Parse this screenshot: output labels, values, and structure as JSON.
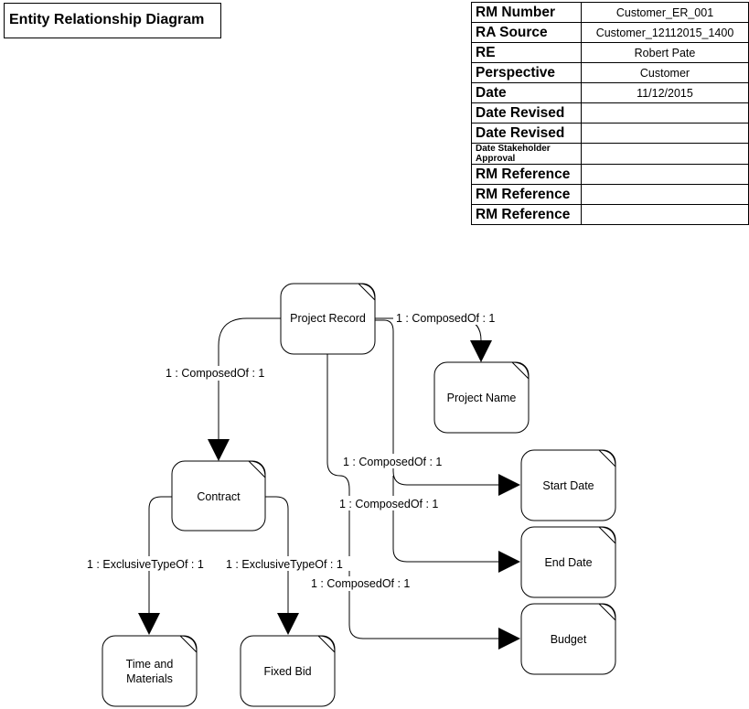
{
  "title": "Entity Relationship Diagram",
  "meta_rows": [
    {
      "key": "RM Number",
      "value": "Customer_ER_001"
    },
    {
      "key": "RA Source",
      "value": "Customer_12112015_1400"
    },
    {
      "key": "RE",
      "value": "Robert Pate"
    },
    {
      "key": "Perspective",
      "value": "Customer"
    },
    {
      "key": "Date",
      "value": "11/12/2015"
    },
    {
      "key": "Date Revised",
      "value": ""
    },
    {
      "key": "Date Revised",
      "value": ""
    },
    {
      "key": "Date Stakeholder Approval",
      "value": ""
    },
    {
      "key": "RM Reference",
      "value": ""
    },
    {
      "key": "RM Reference",
      "value": ""
    },
    {
      "key": "RM Reference",
      "value": ""
    }
  ],
  "nodes": {
    "project_record": "Project Record",
    "project_name": "Project Name",
    "contract": "Contract",
    "start_date": "Start Date",
    "end_date": "End Date",
    "budget": "Budget",
    "time_materials_1": "Time and",
    "time_materials_2": "Materials",
    "fixed_bid": "Fixed Bid"
  },
  "edges": {
    "record_to_name": "1 : ComposedOf : 1",
    "record_to_contract": "1 : ComposedOf : 1",
    "record_to_start": "1 : ComposedOf : 1",
    "record_to_end": "1 : ComposedOf : 1",
    "record_to_budget": "1 : ComposedOf : 1",
    "contract_to_tm": "1 : ExclusiveTypeOf : 1",
    "contract_to_fixed": "1 : ExclusiveTypeOf : 1"
  }
}
